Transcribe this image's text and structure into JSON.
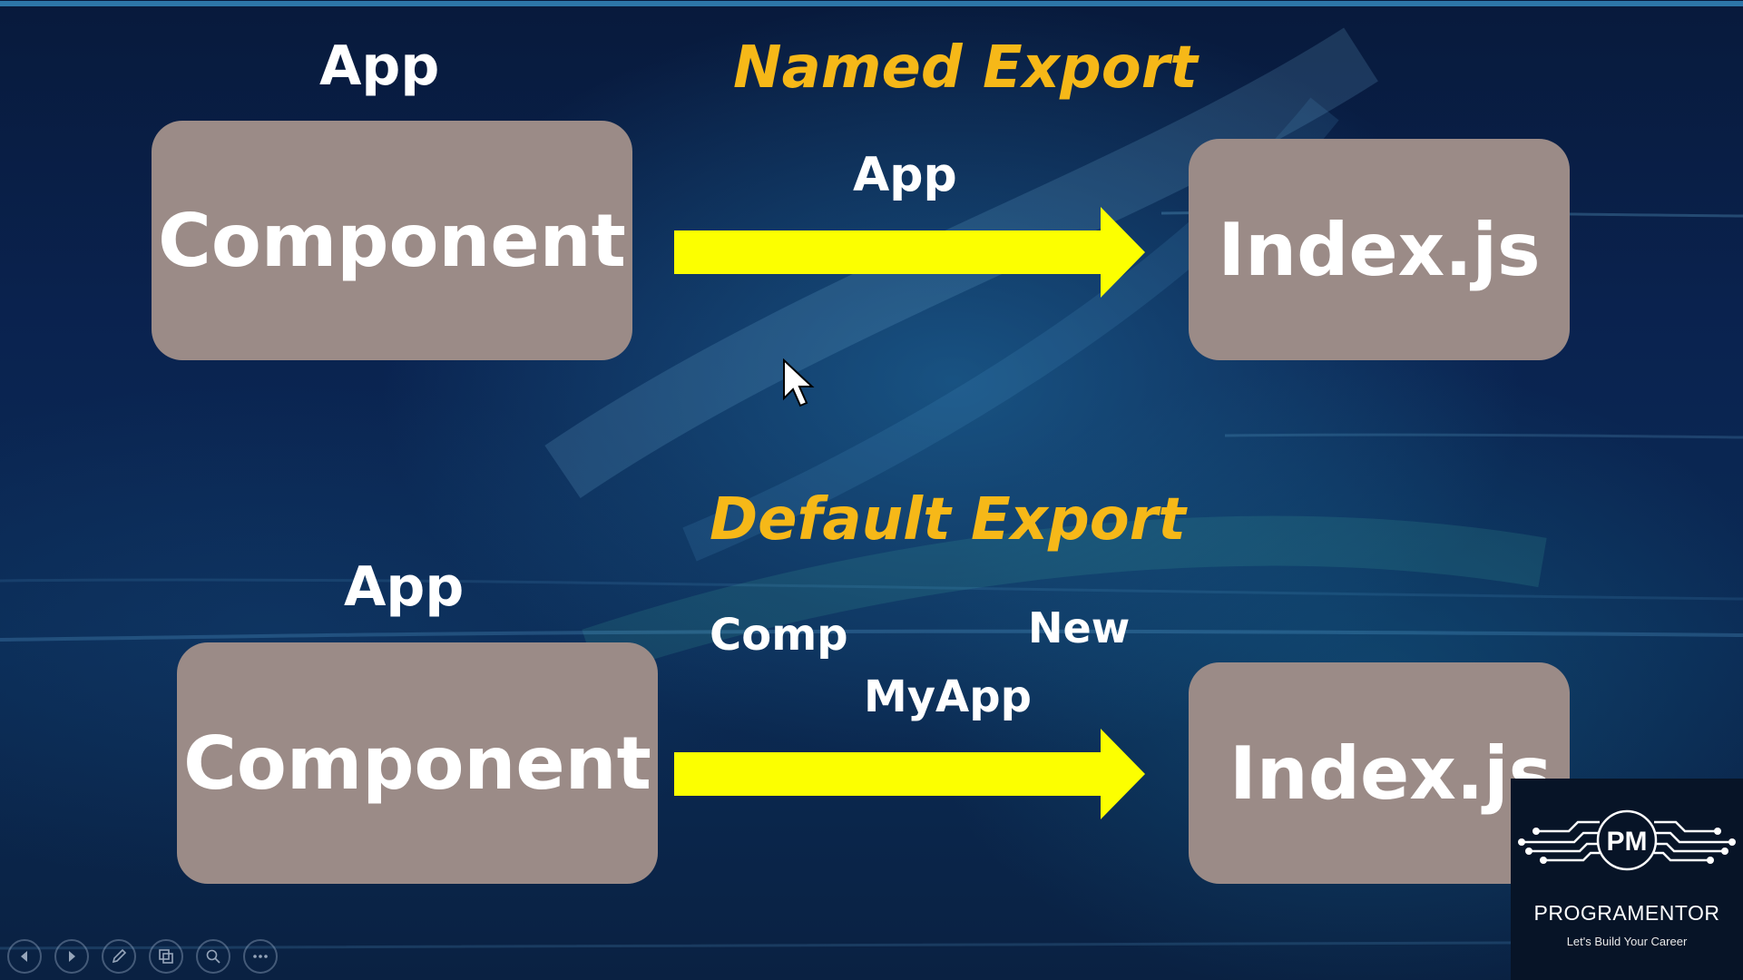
{
  "named_export": {
    "title": "Named Export",
    "source_label": "App",
    "source_box": "Component",
    "arrow_label": "App",
    "target_box": "Index.js"
  },
  "default_export": {
    "title": "Default Export",
    "source_label": "App",
    "source_box": "Component",
    "alias_labels": [
      "Comp",
      "New",
      "MyApp"
    ],
    "target_box": "Index.js"
  },
  "branding": {
    "monogram": "PM",
    "name": "PROGRAMENTOR",
    "tagline": "Let's Build Your Career"
  },
  "slideshow_controls": [
    {
      "icon": "previous-slide-icon"
    },
    {
      "icon": "next-slide-icon"
    },
    {
      "icon": "pen-icon"
    },
    {
      "icon": "slides-grid-icon"
    },
    {
      "icon": "zoom-icon"
    },
    {
      "icon": "more-options-icon"
    }
  ],
  "colors": {
    "title_gold": "#f6b818",
    "arrow_yellow": "#fcff00",
    "box_fill": "#9b8b87",
    "text_white": "#ffffff"
  }
}
